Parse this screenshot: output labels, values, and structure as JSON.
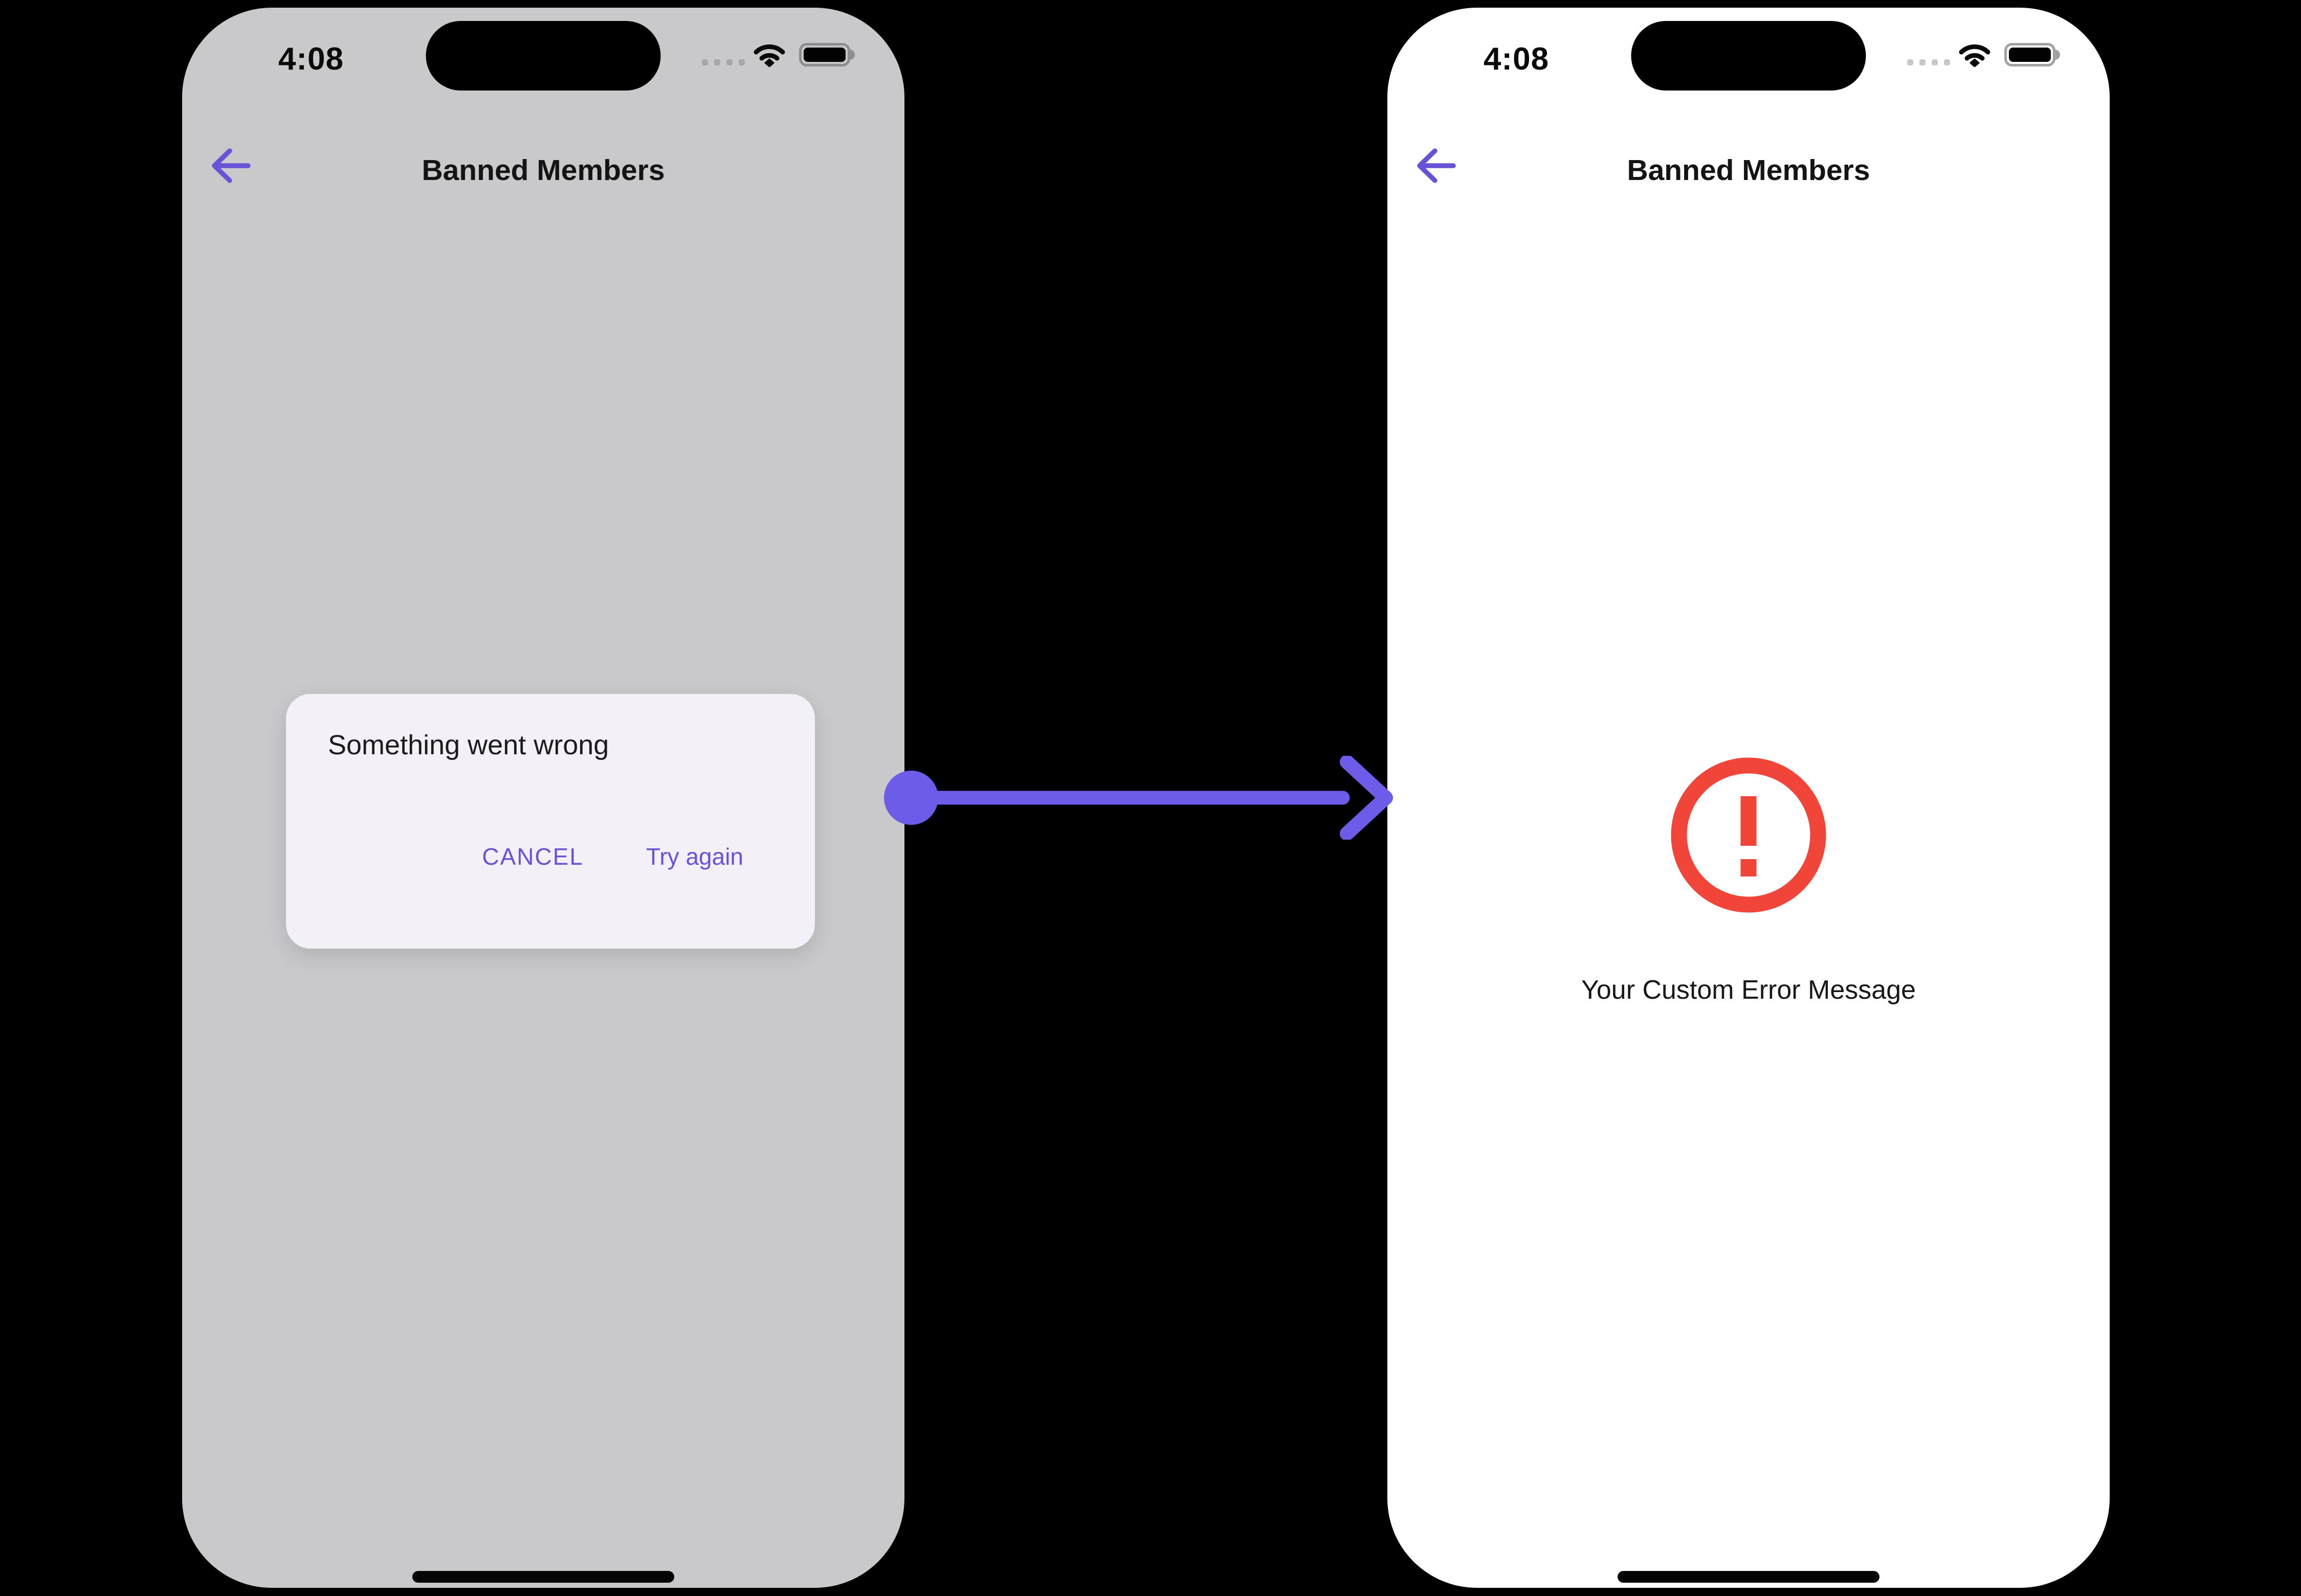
{
  "colors": {
    "accent_purple": "#6852D6",
    "connector_purple": "#6C5CE7",
    "error_red": "#F2453A",
    "dim_background": "#C9C8CA",
    "dialog_surface": "#F3F0F7",
    "screen_background": "#FFFFFF",
    "text_primary": "#141414"
  },
  "left_phone": {
    "status_bar": {
      "time": "4:08",
      "icons": [
        "cellular-signal-dots-icon",
        "wifi-icon",
        "battery-icon"
      ]
    },
    "header": {
      "back_icon": "back-arrow-icon",
      "title": "Banned Members"
    },
    "dialog": {
      "title": "Something went wrong",
      "cancel_label": "CANCEL",
      "retry_label": "Try again"
    }
  },
  "connector": {
    "icon": "flow-arrow-icon"
  },
  "right_phone": {
    "status_bar": {
      "time": "4:08",
      "icons": [
        "cellular-signal-dots-icon",
        "wifi-icon",
        "battery-icon"
      ]
    },
    "header": {
      "back_icon": "back-arrow-icon",
      "title": "Banned Members"
    },
    "error_state": {
      "icon": "error-exclamation-circle-icon",
      "message": "Your Custom Error Message"
    }
  }
}
